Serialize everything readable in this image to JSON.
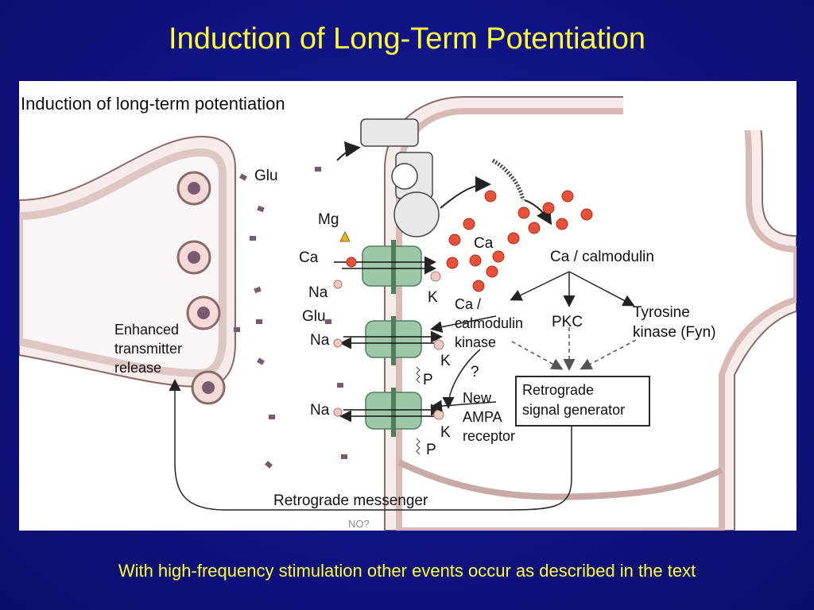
{
  "slide": {
    "title": "Induction of Long-Term Potentiation",
    "caption": "With high-frequency stimulation other events occur as described in the text"
  },
  "figure": {
    "title": "Induction of long-term potentiation",
    "labels": {
      "glu_top": "Glu",
      "mg": "Mg",
      "ca_left": "Ca",
      "na_1": "Na",
      "glu_left": "Glu",
      "na_2": "Na",
      "na_3": "Na",
      "k_1": "K",
      "k_2": "K",
      "k_3": "K",
      "p_1": "P",
      "p_2": "P",
      "ca_inside": "Ca",
      "ca_calmodulin": "Ca / calmodulin",
      "ca_calmodulin_kinase_1": "Ca /",
      "ca_calmodulin_kinase_2": "calmodulin",
      "ca_calmodulin_kinase_3": "kinase",
      "pkc": "PKC",
      "tyrosine_1": "Tyrosine",
      "tyrosine_2": "kinase (Fyn)",
      "question": "?",
      "enhanced_1": "Enhanced",
      "enhanced_2": "transmitter",
      "enhanced_3": "release",
      "new_ampa_1": "New",
      "new_ampa_2": "AMPA",
      "new_ampa_3": "receptor",
      "retro_gen_1": "Retrograde",
      "retro_gen_2": "signal generator",
      "retro_messenger": "Retrograde messenger",
      "no": "NO?"
    },
    "colors": {
      "membrane": "#e8c8c4",
      "membrane_edge": "#8a6a68",
      "channel": "#9cc8a8",
      "ion": "#e8503a",
      "transmitter": "#7a5a70",
      "slide_bg": "#101383",
      "title_yellow": "#ffff33"
    }
  }
}
